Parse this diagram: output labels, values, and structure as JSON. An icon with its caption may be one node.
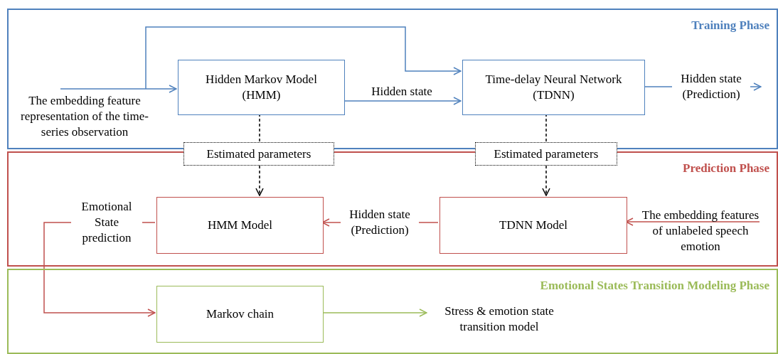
{
  "diagram": {
    "nodes": [
      {
        "text": [
          "Training Phase"
        ]
      },
      {
        "text": [
          "Prediction Phase"
        ]
      },
      {
        "text": [
          "Emotional States Transition Modeling Phase"
        ]
      },
      {
        "text": [
          "The embedding feature representation of the time-series observation"
        ],
        "in": 0
      },
      {
        "text": [
          "Hidden Markov Model (HMM)"
        ],
        "in": 0
      },
      {
        "text": [
          "Time-delay Neural Network (TDNN)"
        ],
        "in": 0
      },
      {
        "text": [
          "Estimated parameters"
        ]
      },
      {
        "text": [
          "Estimated parameters"
        ]
      },
      {
        "text": [
          "HMM Model"
        ],
        "in": 1
      },
      {
        "text": [
          "TDNN Model"
        ],
        "in": 1
      },
      {
        "text": [
          "The embedding features of unlabeled speech emotion"
        ],
        "in": 1
      },
      {
        "text": [
          "Markov chain"
        ],
        "in": 2
      },
      {
        "text": [
          "Stress & emotion state transition model"
        ],
        "in": 2
      }
    ],
    "edges": [
      {
        "from": 3,
        "to": 4,
        "arrow": "to",
        "color": "#4f81bd"
      },
      {
        "from": 3,
        "to": 5,
        "arrow": "to",
        "color": "#4f81bd"
      },
      {
        "from": 4,
        "to": 5,
        "arrow": "to",
        "label": "Hidden state",
        "color": "#4f81bd"
      },
      {
        "from": 5,
        "to": null,
        "arrow": "to",
        "label": "Hidden state (Prediction)",
        "color": "#4f81bd"
      },
      {
        "from": 4,
        "to": 6,
        "arrow": "none",
        "style": "dashed",
        "color": "#000000"
      },
      {
        "from": 6,
        "to": 8,
        "arrow": "to",
        "style": "dashed",
        "color": "#000000"
      },
      {
        "from": 5,
        "to": 7,
        "arrow": "none",
        "style": "dashed",
        "color": "#000000"
      },
      {
        "from": 7,
        "to": 9,
        "arrow": "to",
        "style": "dashed",
        "color": "#000000"
      },
      {
        "from": 10,
        "to": 9,
        "arrow": "to",
        "color": "#c0504d"
      },
      {
        "from": 9,
        "to": 8,
        "arrow": "to",
        "label": "Hidden state (Prediction)",
        "color": "#c0504d"
      },
      {
        "from": 8,
        "to": 11,
        "arrow": "to",
        "label": "Emotional State prediction",
        "color": "#c0504d"
      },
      {
        "from": 11,
        "to": 12,
        "arrow": "to",
        "color": "#9bbb59"
      }
    ]
  }
}
